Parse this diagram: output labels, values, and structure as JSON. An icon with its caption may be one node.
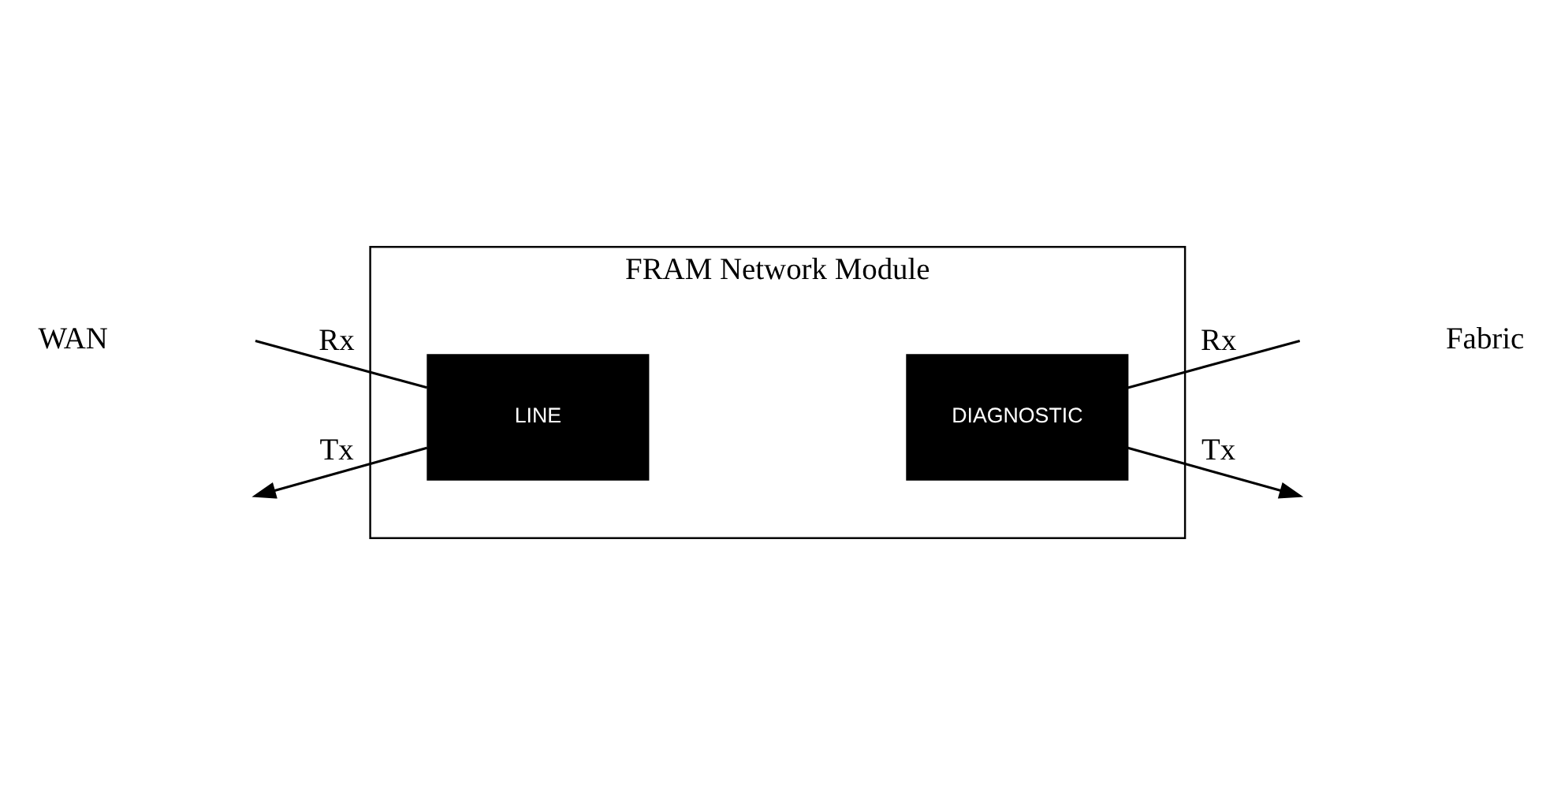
{
  "diagram": {
    "nodes": [
      {
        "text": [
          "FRAM Network Module"
        ]
      },
      {
        "text": [
          "LINE"
        ],
        "in": 0
      },
      {
        "text": [
          "DIAGNOSTIC"
        ],
        "in": 0
      }
    ],
    "edges": [
      {
        "from": null,
        "to": 1,
        "arrow": "none",
        "label": "Rx"
      },
      {
        "from": 1,
        "to": null,
        "arrow": "to",
        "label": "Tx"
      },
      {
        "from": null,
        "to": 2,
        "arrow": "none",
        "label": "Rx"
      },
      {
        "from": 2,
        "to": null,
        "arrow": "to",
        "label": "Tx"
      }
    ],
    "labels": [
      "WAN",
      "Fabric"
    ]
  }
}
